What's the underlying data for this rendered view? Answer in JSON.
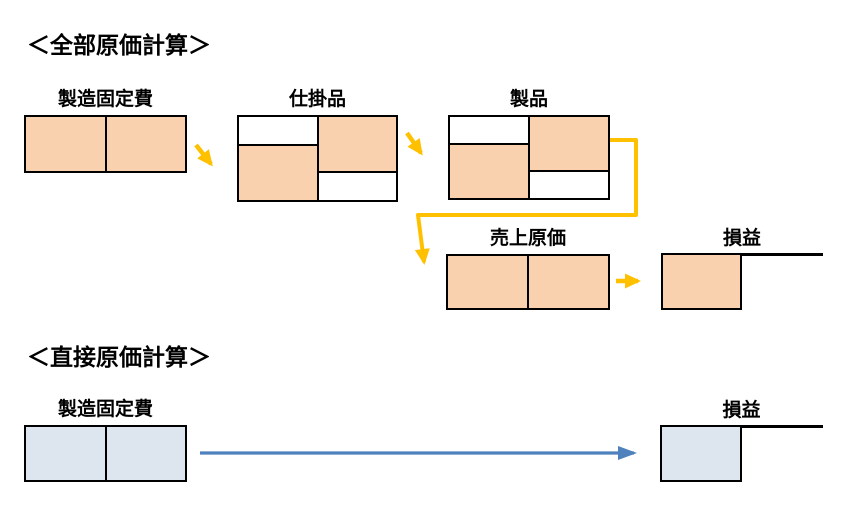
{
  "colors": {
    "fill_peach": "#FAD1AE",
    "fill_blue": "#DDE6EF",
    "arrow_gold": "#FFC000",
    "arrow_blue": "#4F81BD",
    "line_black": "#000000"
  },
  "sections": {
    "absorption": {
      "title": "＜全部原価計算＞",
      "accounts": {
        "fixed_cost": {
          "label": "製造固定費"
        },
        "wip": {
          "label": "仕掛品"
        },
        "finished_goods": {
          "label": "製品"
        },
        "cogs": {
          "label": "売上原価"
        },
        "profit_loss": {
          "label": "損益"
        }
      }
    },
    "direct": {
      "title": "＜直接原価計算＞",
      "accounts": {
        "fixed_cost": {
          "label": "製造固定費"
        },
        "profit_loss": {
          "label": "損益"
        }
      }
    }
  }
}
